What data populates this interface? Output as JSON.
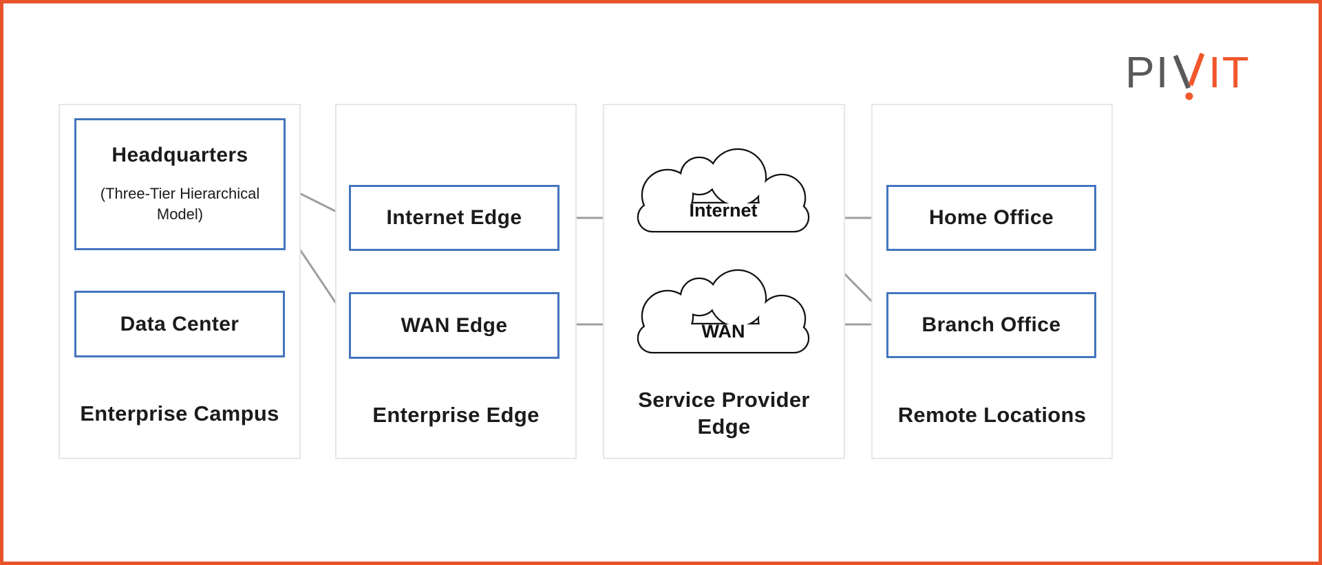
{
  "logo": {
    "gray_letters": "PI",
    "orange_letters": "IT"
  },
  "colors": {
    "frame_orange": "#E8532C",
    "logo_orange": "#F1572B",
    "logo_gray": "#58595B",
    "box_border_blue": "#4374BD",
    "connector_gray": "#9E9E9E",
    "panel_border_gray": "#E6E6E6",
    "text_black": "#1B1B1B"
  },
  "columns": [
    {
      "label": "Enterprise Campus",
      "nodes": [
        {
          "title": "Headquarters",
          "subtitle": "(Three-Tier Hierarchical Model)"
        },
        {
          "title": "Data Center"
        }
      ]
    },
    {
      "label": "Enterprise Edge",
      "nodes": [
        {
          "title": "Internet Edge"
        },
        {
          "title": "WAN Edge"
        }
      ]
    },
    {
      "label": "Service Provider Edge",
      "clouds": [
        {
          "label": "Internet"
        },
        {
          "label": "WAN"
        }
      ]
    },
    {
      "label": "Remote Locations",
      "nodes": [
        {
          "title": "Home Office"
        },
        {
          "title": "Branch Office"
        }
      ]
    }
  ]
}
